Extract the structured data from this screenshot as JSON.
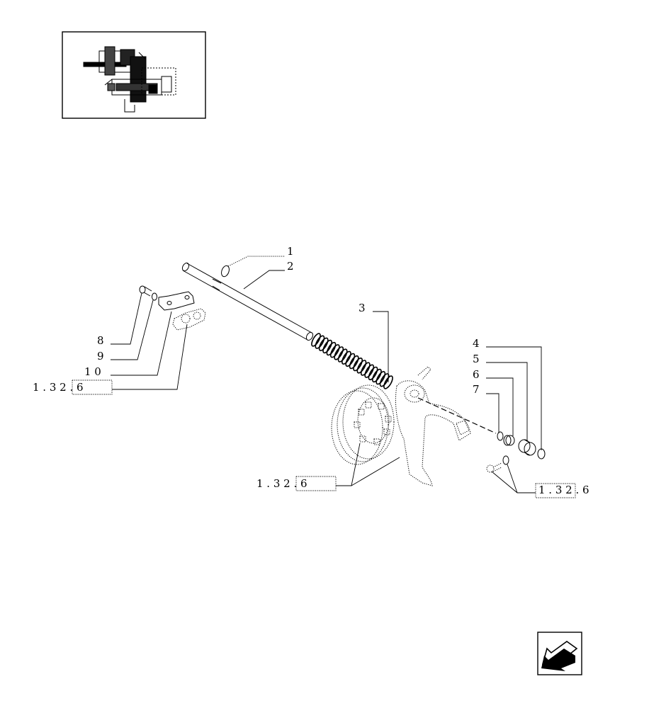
{
  "callouts": {
    "c1": "1",
    "c2": "2",
    "c3": "3",
    "c4": "4",
    "c5": "5",
    "c6": "6",
    "c7": "7",
    "c8": "8",
    "c9": "9",
    "c10": "1 0"
  },
  "references": {
    "ref_left": "1 . 3 2 . 6",
    "ref_mid": "1 . 3 2 . 6",
    "ref_right": "1 . 3 2 . 6"
  },
  "icons": {
    "thumbnail": "assembly-thumbnail-icon",
    "navigation": "back-arrow-icon"
  }
}
